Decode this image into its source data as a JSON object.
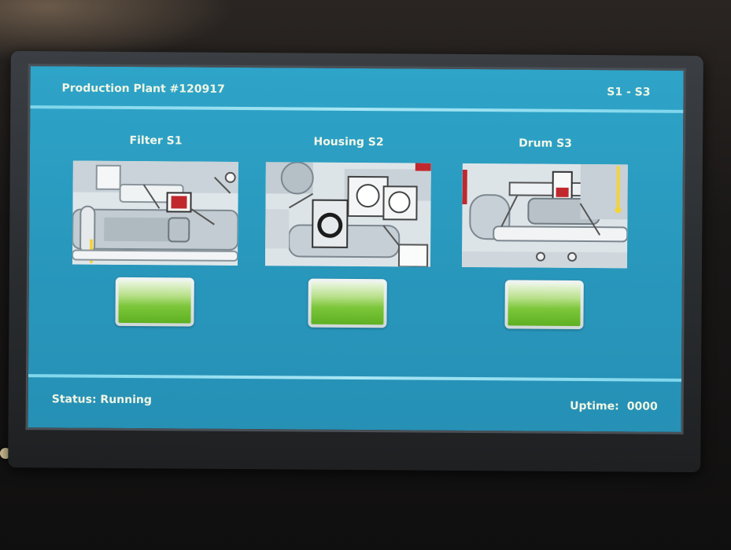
{
  "header": {
    "title": "Production Plant #120917",
    "range": "S1 - S3"
  },
  "stations": [
    {
      "label": "Filter S1"
    },
    {
      "label": "Housing S2"
    },
    {
      "label": "Drum S3"
    }
  ],
  "footer": {
    "status": "Status: Running",
    "uptime_label": "Uptime:",
    "uptime_value": "0000"
  },
  "colors": {
    "screen": "#2998bd",
    "indicator_green": "#7cc63a",
    "accent_line": "#a9e6f4"
  }
}
